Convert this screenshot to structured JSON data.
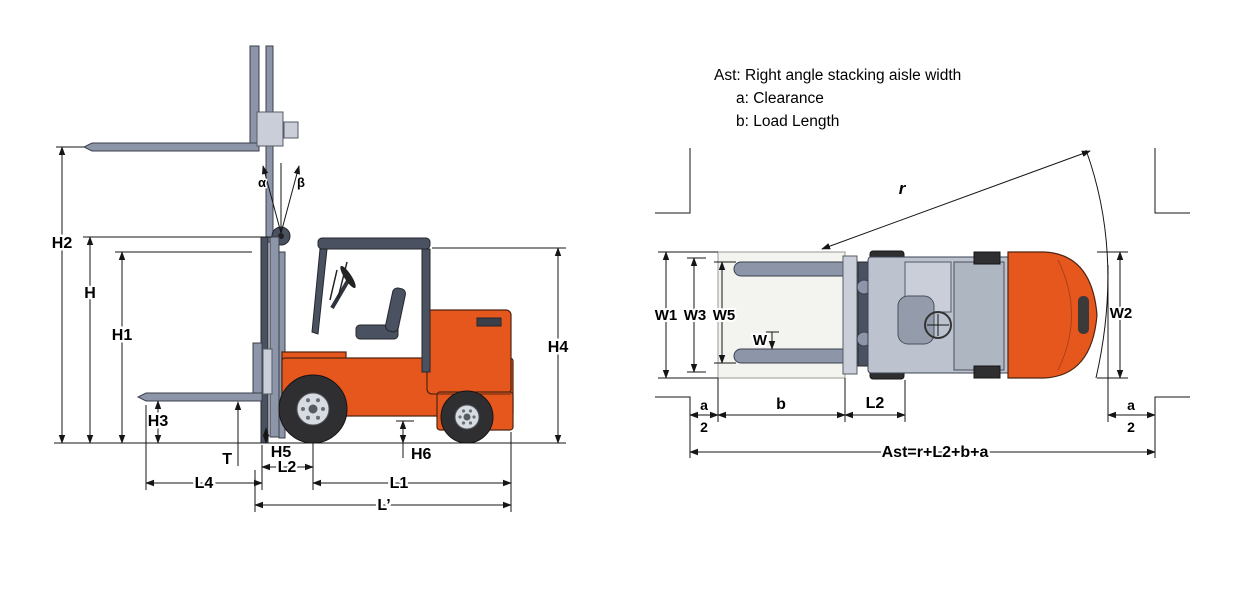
{
  "legend": {
    "line1": "Ast: Right angle stacking aisle width",
    "line2": "a: Clearance",
    "line3": "b: Load Length"
  },
  "side_view": {
    "labels": {
      "h2": "H2",
      "h": "H",
      "h1": "H1",
      "h3": "H3",
      "h4": "H4",
      "h5": "H5",
      "h6": "H6",
      "t": "T",
      "l1": "L1",
      "l2": "L2",
      "l4": "L4",
      "l_prime": "L’",
      "alpha": "α",
      "beta": "β"
    }
  },
  "top_view": {
    "labels": {
      "w1": "W1",
      "w2": "W2",
      "w3": "W3",
      "w5": "W5",
      "w": "W",
      "r": "r",
      "b": "b",
      "l2": "L2",
      "a_numerator": "a",
      "a_denominator": "2",
      "ast_formula": "Ast=r+L2+b+a"
    }
  },
  "colors": {
    "body_orange": "#e6571d",
    "steel_gray": "#8d96a8",
    "steel_light": "#c9ced8",
    "frame_dark": "#4a5160",
    "line_black": "#151515"
  }
}
